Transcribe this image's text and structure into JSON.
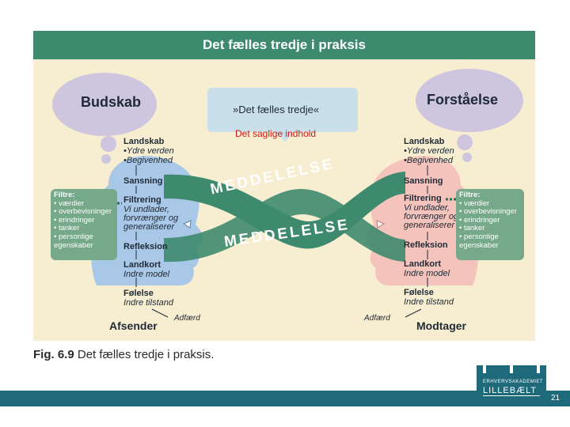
{
  "figure": {
    "header": "Det fælles tredje i praksis",
    "left_bubble": "Budskab",
    "right_bubble": "Forståelse",
    "center_box": "»Det fælles tredje«",
    "overlay_label": "Det saglige indhold",
    "band_top": "MEDDELELSE",
    "band_bottom": "MEDDELELSE",
    "left": {
      "landskab": "Landskab",
      "landskab_items": [
        "•Ydre verden",
        "•Begivenhed"
      ],
      "sansning": "Sansning",
      "filtrering": "Filtrering",
      "filtrering_desc": [
        "Vi undlader,",
        "forvrænger og",
        "generaliserer"
      ],
      "refleksion": "Refleksion",
      "landkort": "Landkort",
      "landkort_desc": "Indre model",
      "folelse": "Følelse",
      "folelse_desc": "Indre tilstand",
      "role": "Afsender",
      "adfaerd": "Adfærd"
    },
    "right": {
      "landskab": "Landskab",
      "landskab_items": [
        "•Ydre verden",
        "•Begivenhed"
      ],
      "sansning": "Sansning",
      "filtrering": "Filtrering",
      "filtrering_desc": [
        "Vi undlader,",
        "forvrænger og",
        "generaliserer"
      ],
      "refleksion": "Refleksion",
      "landkort": "Landkort",
      "landkort_desc": "Indre model",
      "folelse": "Følelse",
      "folelse_desc": "Indre tilstand",
      "role": "Modtager",
      "adfaerd": "Adfærd"
    },
    "filter_box": {
      "title": "Filtre:",
      "items": [
        "• værdier",
        "• overbevisninger",
        "• erindringer",
        "• tanker",
        "• personlige",
        "  egenskaber"
      ]
    }
  },
  "caption": {
    "fig": "Fig. 6.9",
    "text": " Det fælles tredje i praksis."
  },
  "logo": {
    "line1": "ERHVERVSAKADEMIET",
    "line2": "LILLEBÆLT"
  },
  "page_number": "21",
  "colors": {
    "header_green": "#3e8a6e",
    "figure_bg": "#f7eed1",
    "band_green": "#3e8a6e",
    "bubble_purple": "#cdc6de",
    "left_head": "#a9c7e6",
    "right_head": "#f4c3bc",
    "footer_teal": "#1e6a7a"
  }
}
